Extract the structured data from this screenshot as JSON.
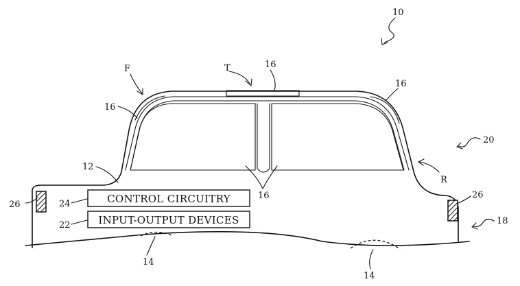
{
  "labels": {
    "vehicle_ref": "10",
    "front_ref": "F",
    "top_ref": "T",
    "rear_ref": "R",
    "window_ref_front": "16",
    "window_ref_top": "16",
    "window_ref_rear": "16",
    "window_ref_center": "16",
    "body_ref": "12",
    "interior_ref": "20",
    "road_ref": "18",
    "wheel_ref_left": "14",
    "wheel_ref_right": "14",
    "light_ref_left": "26",
    "light_ref_right": "26",
    "control_ref": "24",
    "io_ref": "22"
  },
  "boxes": {
    "control_circuitry": "CONTROL CIRCUITRY",
    "input_output_devices": "INPUT-OUTPUT DEVICES"
  }
}
